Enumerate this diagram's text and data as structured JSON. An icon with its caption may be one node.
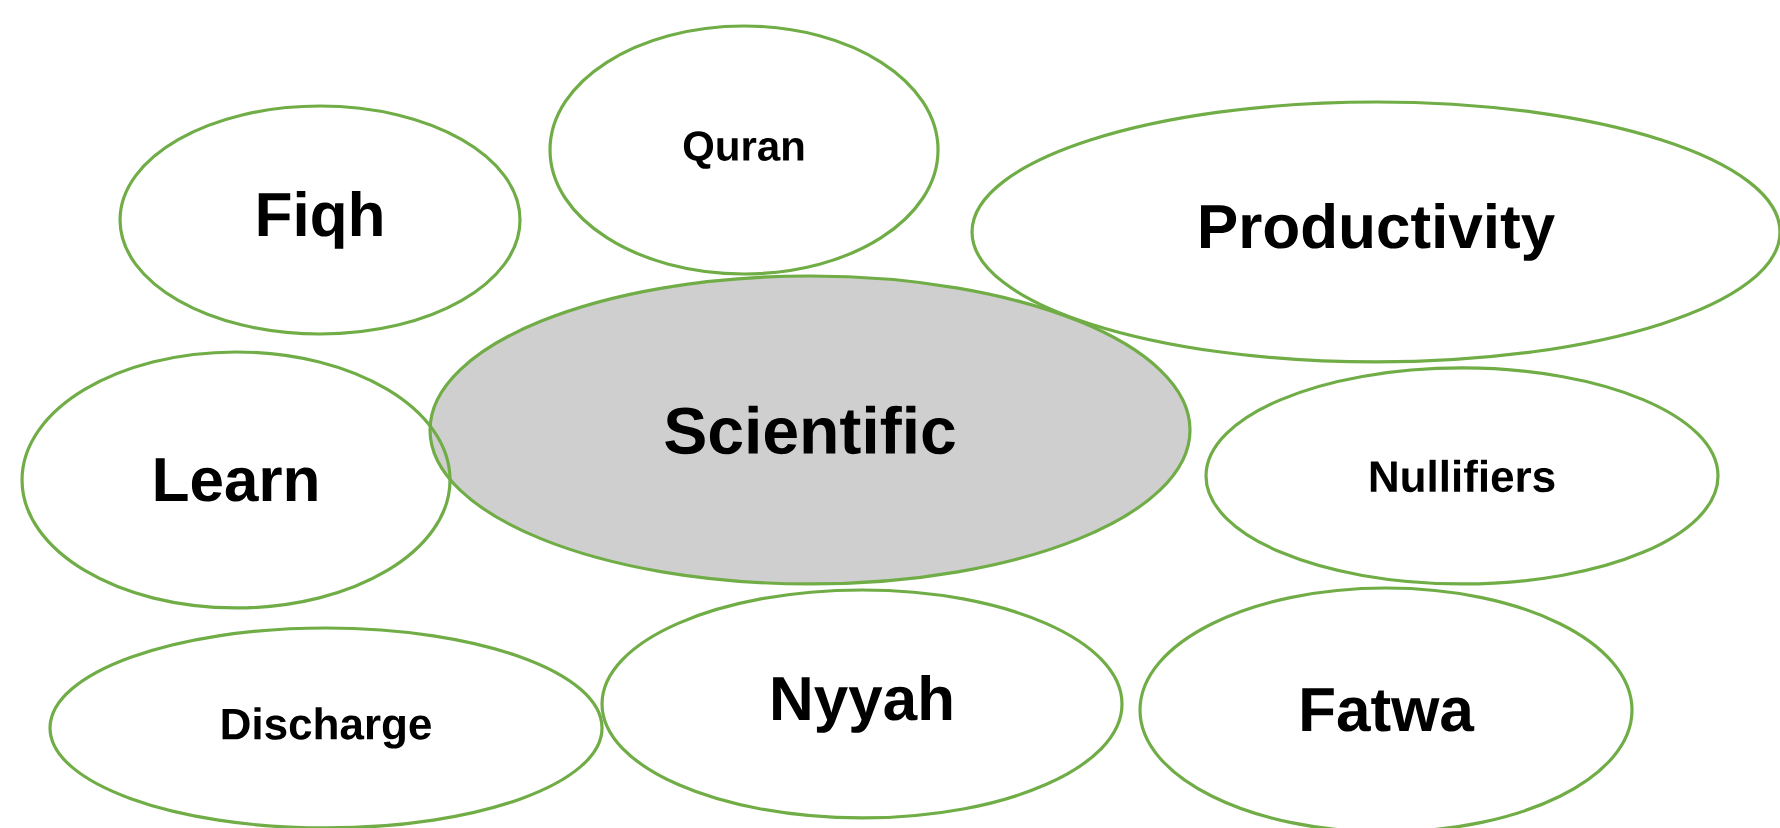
{
  "diagram": {
    "nodes": [
      {
        "text": [
          "Quran"
        ]
      },
      {
        "text": [
          "Fiqh"
        ]
      },
      {
        "text": [
          "Productivity"
        ]
      },
      {
        "text": [
          "Scientific"
        ]
      },
      {
        "text": [
          "Learn"
        ]
      },
      {
        "text": [
          "Nullifiers"
        ]
      },
      {
        "text": [
          "Discharge"
        ]
      },
      {
        "text": [
          "Nyyah"
        ]
      },
      {
        "text": [
          "Fatwa"
        ]
      }
    ]
  }
}
